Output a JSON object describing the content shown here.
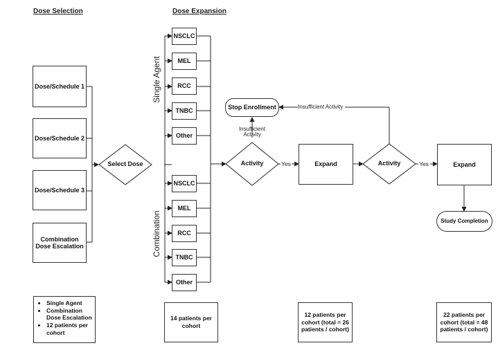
{
  "headers": {
    "dose_selection": "Dose Selection",
    "dose_expansion": "Dose Expansion"
  },
  "dose_selection": {
    "items": [
      "Dose/Schedule 1",
      "Dose/Schedule 2",
      "Dose/Schedule 3"
    ],
    "combination": [
      "Combination",
      "Dose Escalation"
    ]
  },
  "select_dose": "Select Dose",
  "groups": {
    "single_agent": "Single Agent",
    "combination": "Combination"
  },
  "cohorts": [
    "NSCLC",
    "MEL",
    "RCC",
    "TNBC",
    "Other"
  ],
  "activity_label": "Activity",
  "yes_label": "Yes",
  "expand_label": "Expand",
  "stop_enrollment": "Stop Enrollment",
  "insufficient_activity_side": "Insufficient Activity",
  "insufficient_activity_below": [
    "Insufficient",
    "Activity"
  ],
  "study_completion": "Study Completion",
  "notes": {
    "dose_selection_bullets": [
      [
        "Single Agent"
      ],
      [
        "Combination",
        "Dose Escalation"
      ],
      [
        "12 patients per",
        "cohort"
      ]
    ],
    "expansion": [
      "14 patients per",
      "cohort"
    ],
    "stage2": [
      "12 patients per",
      "cohort (total = 26",
      "patients / cohort)"
    ],
    "stage3": [
      "22 patients per",
      "cohort (total = 48",
      "patients / cohort)"
    ]
  }
}
